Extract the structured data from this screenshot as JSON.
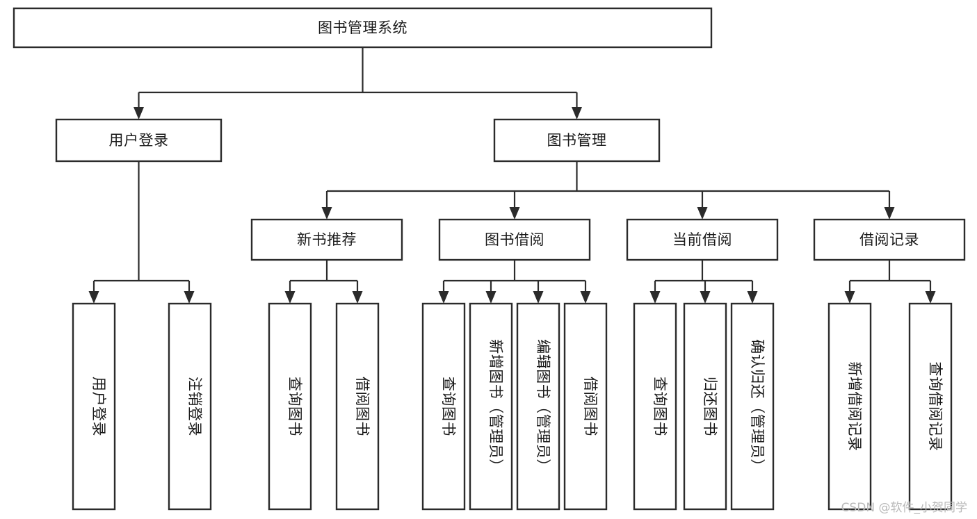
{
  "diagram": {
    "title": "图书管理系统",
    "type": "tree-hierarchy",
    "root": {
      "label": "图书管理系统",
      "level": 0
    },
    "level2": [
      {
        "label": "用户登录"
      },
      {
        "label": "图书管理"
      }
    ],
    "level3": [
      {
        "label": "新书推荐"
      },
      {
        "label": "图书借阅"
      },
      {
        "label": "当前借阅"
      },
      {
        "label": "借阅记录"
      }
    ],
    "leaves": {
      "user_login": [
        {
          "label": "用户登录"
        },
        {
          "label": "注销登录"
        }
      ],
      "new_book_recommend": [
        {
          "label": "查询图书"
        },
        {
          "label": "借阅图书"
        }
      ],
      "book_borrow": [
        {
          "label": "查询图书"
        },
        {
          "label": "新增图书（管理员）"
        },
        {
          "label": "编辑图书（管理员）"
        },
        {
          "label": "借阅图书"
        }
      ],
      "current_borrow": [
        {
          "label": "查询图书"
        },
        {
          "label": "归还图书"
        },
        {
          "label": "确认归还（管理员）"
        }
      ],
      "borrow_record": [
        {
          "label": "新增借阅记录"
        },
        {
          "label": "查询借阅记录"
        }
      ]
    }
  },
  "watermark": {
    "text": "CSDN @软件_小贺同学"
  },
  "colors": {
    "box_stroke": "#2b2b2b",
    "box_fill": "#ffffff",
    "text": "#1a1a1a",
    "connector": "#2b2b2b",
    "watermark": "#b9b9b9",
    "background": "#ffffff"
  }
}
